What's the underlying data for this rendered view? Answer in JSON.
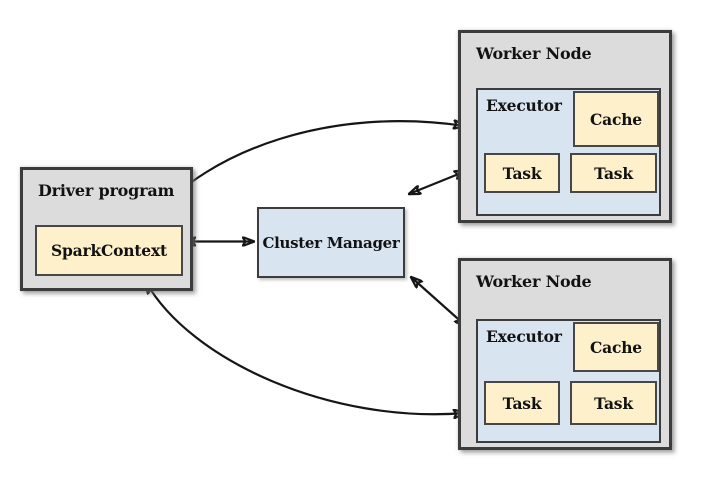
{
  "driver": {
    "title": "Driver program",
    "spark_context": "SparkContext"
  },
  "cluster_manager": {
    "label": "Cluster Manager"
  },
  "workers": [
    {
      "title": "Worker Node",
      "executor": "Executor",
      "cache": "Cache",
      "tasks": [
        "Task",
        "Task"
      ]
    },
    {
      "title": "Worker Node",
      "executor": "Executor",
      "cache": "Cache",
      "tasks": [
        "Task",
        "Task"
      ]
    }
  ],
  "arrows": [
    {
      "name": "sparkcontext-clustermanager",
      "bidirectional": true,
      "shape": "straight"
    },
    {
      "name": "clustermanager-worker1",
      "bidirectional": true,
      "shape": "straight"
    },
    {
      "name": "clustermanager-worker2",
      "bidirectional": true,
      "shape": "straight"
    },
    {
      "name": "sparkcontext-worker1-executor",
      "bidirectional": true,
      "shape": "curved"
    },
    {
      "name": "sparkcontext-worker2-executor",
      "bidirectional": true,
      "shape": "curved"
    }
  ],
  "colors": {
    "background": "#ffffff",
    "node_gray": "#dcdcdc",
    "node_yellow": "#fdf0cb",
    "node_blue": "#d9e4f1",
    "border_dark": "#3c3c3c",
    "arrow": "#161616"
  }
}
